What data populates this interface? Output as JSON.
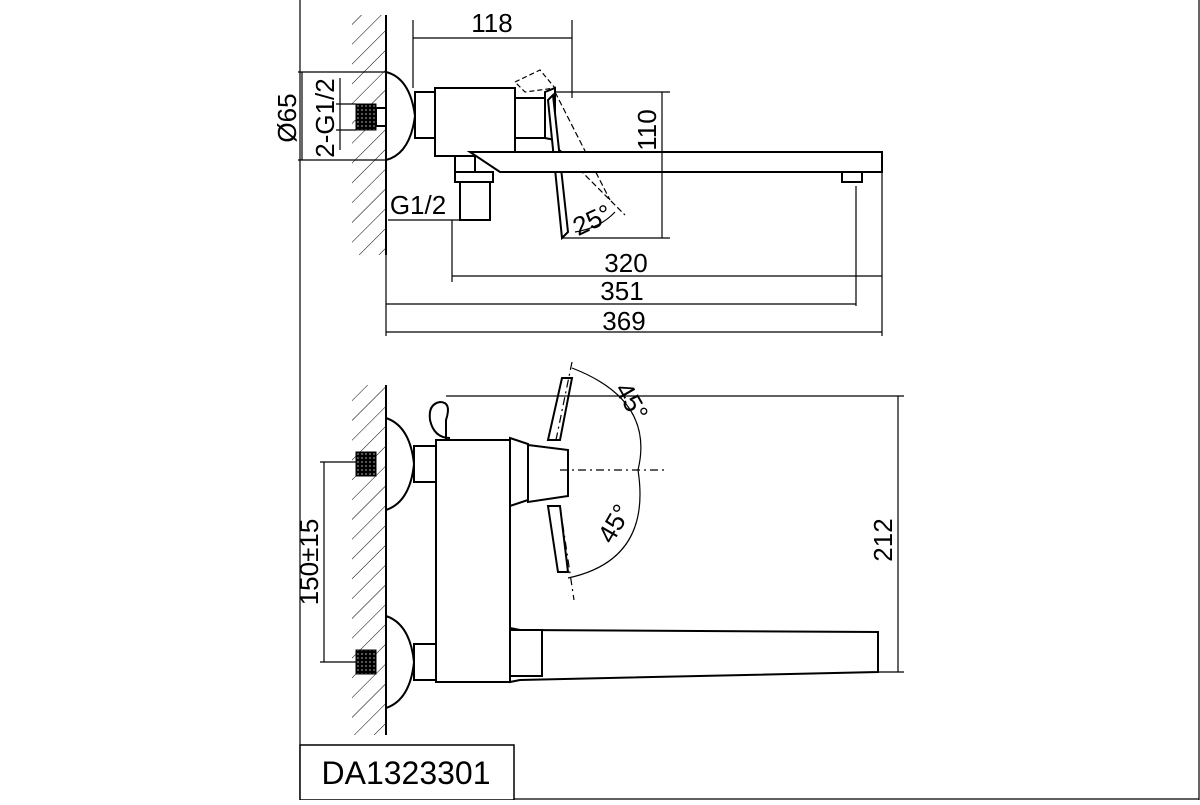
{
  "drawing": {
    "model_code": "DA1323301",
    "side_view": {
      "dim_top_width": "118",
      "dim_flange_dia": "Ø65",
      "dim_inlet_thread": "2-G1/2",
      "dim_height": "110",
      "dim_outlet_thread": "G1/2",
      "dim_tilt_angle": "25°",
      "dim_spout_length": "320",
      "dim_spout_total": "351",
      "dim_overall_length": "369"
    },
    "top_view": {
      "dim_handle_angle_upper": "45°",
      "dim_handle_angle_lower": "45°",
      "dim_inlet_spacing": "150±15",
      "dim_total_depth": "212"
    }
  }
}
